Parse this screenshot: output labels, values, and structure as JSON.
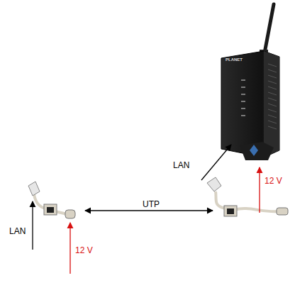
{
  "diagram": {
    "labels": [
      "PLANET",
      "LAN",
      "12 V",
      "UTP",
      "LAN",
      "12 V"
    ]
  }
}
